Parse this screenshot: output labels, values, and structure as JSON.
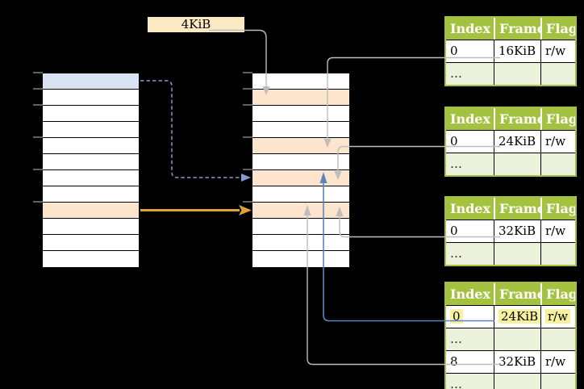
{
  "page_size_label": "4KiB",
  "colors": {
    "header_green": "#A4C240",
    "row_green_light": "#EBF1DA",
    "orange_fill": "#FCE5CC",
    "blue_fill": "#D8E4F3",
    "wheat_fill": "#FBE9C3",
    "yellow_highlight": "#F8F19D",
    "arrow_gray": "#BDBDBD",
    "arrow_orange": "#E0A32E",
    "arrow_blue": "#5C84C2",
    "arrow_blue_dashed": "#7F9CCF",
    "tick_gray": "#7F7F7F"
  },
  "virtual_memory": {
    "row_count": 12,
    "colored_rows": [
      {
        "index": 0,
        "fill": "blue_fill"
      },
      {
        "index": 8,
        "fill": "orange_fill"
      }
    ]
  },
  "physical_memory": {
    "row_count": 12,
    "colored_rows": [
      {
        "index": 1,
        "fill": "orange_fill"
      },
      {
        "index": 4,
        "fill": "orange_fill"
      },
      {
        "index": 6,
        "fill": "orange_fill"
      },
      {
        "index": 8,
        "fill": "orange_fill"
      }
    ]
  },
  "table_headers": [
    "Index",
    "Frame",
    "Flags"
  ],
  "page_tables": [
    {
      "name": "page-table-1",
      "rows": [
        {
          "cells": [
            "0",
            "16KiB",
            "r/w"
          ]
        },
        {
          "cells": [
            "…",
            "",
            ""
          ],
          "shaded": true
        }
      ]
    },
    {
      "name": "page-table-2",
      "rows": [
        {
          "cells": [
            "0",
            "24KiB",
            "r/w"
          ]
        },
        {
          "cells": [
            "…",
            "",
            ""
          ],
          "shaded": true
        }
      ]
    },
    {
      "name": "page-table-3",
      "rows": [
        {
          "cells": [
            "0",
            "32KiB",
            "r/w"
          ]
        },
        {
          "cells": [
            "…",
            "",
            ""
          ],
          "shaded": true
        }
      ]
    },
    {
      "name": "page-table-4",
      "rows": [
        {
          "cells": [
            "0",
            "24KiB",
            "r/w"
          ],
          "highlighted": true
        },
        {
          "cells": [
            "…",
            "",
            ""
          ],
          "shaded": true
        },
        {
          "cells": [
            "8",
            "32KiB",
            "r/w"
          ]
        },
        {
          "cells": [
            "…",
            "",
            ""
          ],
          "shaded": true
        }
      ]
    }
  ],
  "arrows": [
    {
      "from": "virtual-page-0",
      "to": "physical-frame-24KiB",
      "style": "dashed-blue"
    },
    {
      "from": "virtual-page-32KiB",
      "to": "physical-frame-32KiB",
      "style": "solid-orange"
    },
    {
      "from": "page-size-label",
      "to": "physical-frame-4KiB",
      "style": "gray"
    },
    {
      "from": "page-table-1-frame-16KiB",
      "to": "physical-frame-16KiB",
      "style": "gray"
    },
    {
      "from": "page-table-2-frame-24KiB",
      "to": "physical-frame-24KiB",
      "style": "gray"
    },
    {
      "from": "page-table-3-frame-32KiB",
      "to": "physical-frame-32KiB",
      "style": "gray"
    },
    {
      "from": "page-table-4-frame-24KiB",
      "to": "physical-frame-24KiB",
      "style": "solid-blue"
    },
    {
      "from": "page-table-4-frame-32KiB",
      "to": "physical-frame-32KiB",
      "style": "gray"
    }
  ]
}
